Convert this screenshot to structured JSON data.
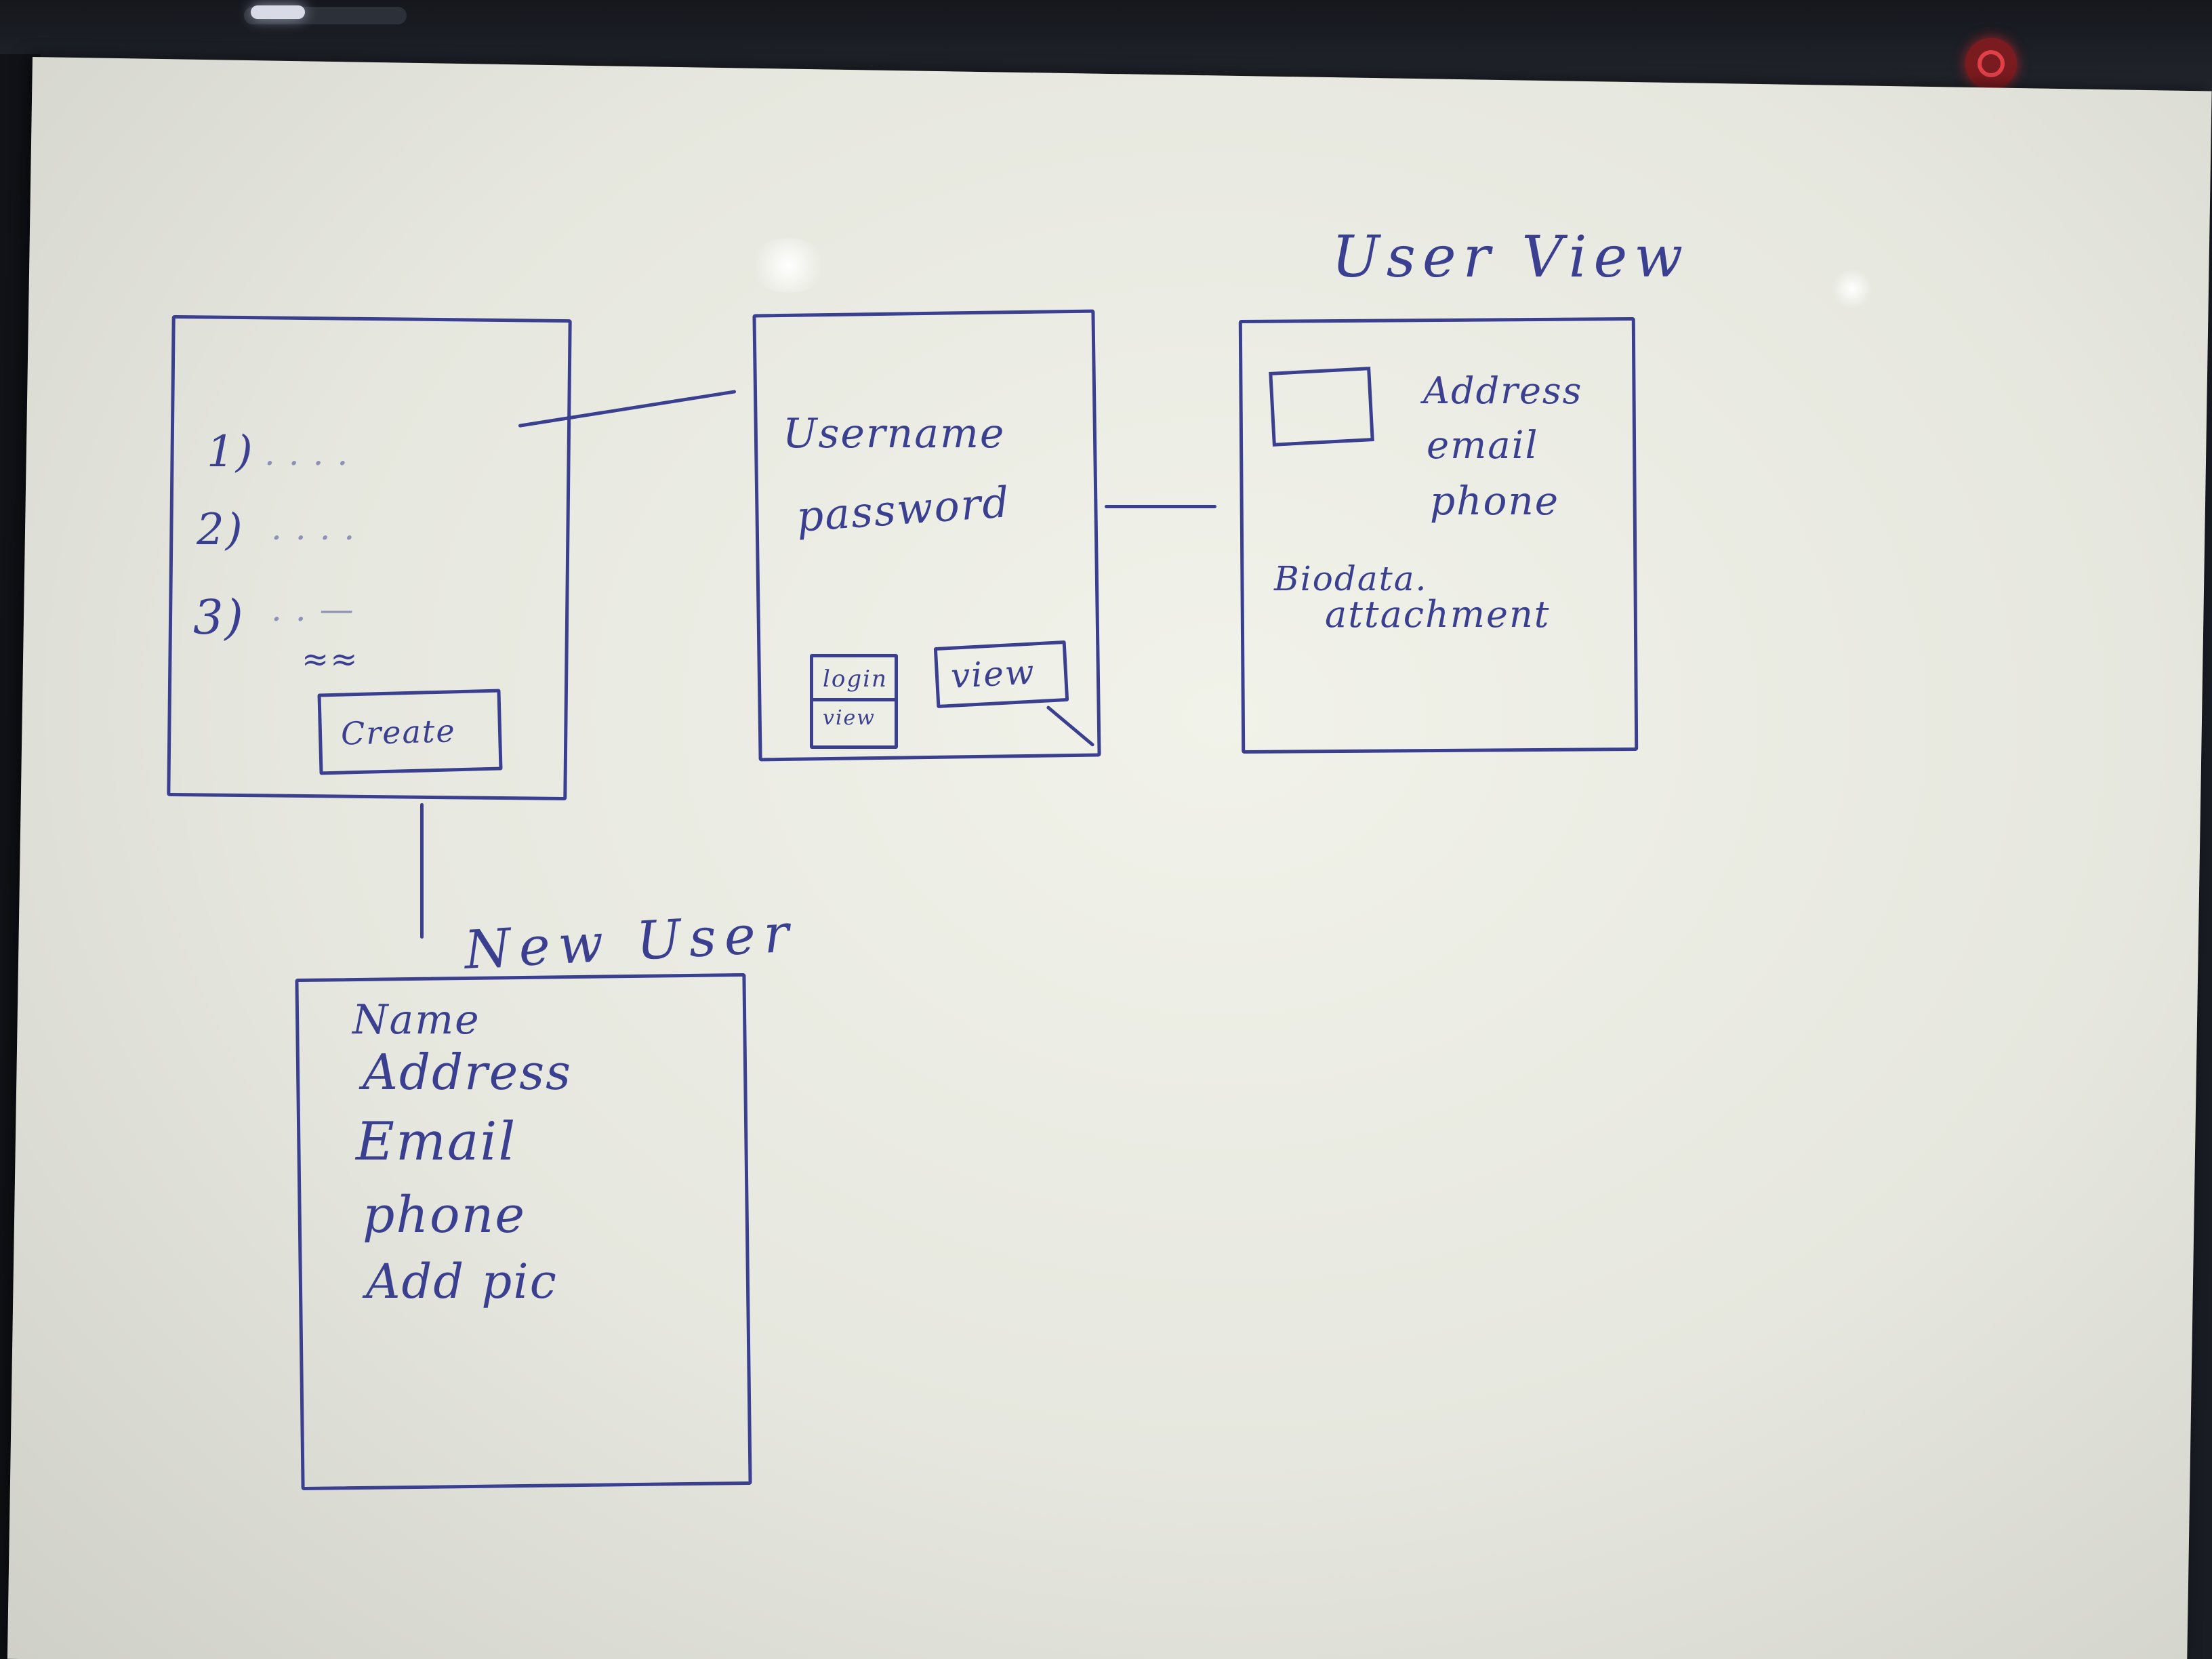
{
  "screens": {
    "list": {
      "items": [
        "1)",
        "2)",
        "3)"
      ],
      "create_label": "Create"
    },
    "login": {
      "username_label": "Username",
      "password_label": "password",
      "login_label": "login",
      "view_label": "view"
    },
    "user_view": {
      "title": "User View",
      "address_label": "Address",
      "email_label": "email",
      "phone_label": "phone",
      "biodata_label": "Biodata.",
      "attachment_label": "attachment"
    },
    "new_user": {
      "title": "New User",
      "name_label": "Name",
      "address_label": "Address",
      "email_label": "Email",
      "phone_label": "phone",
      "add_pic_label": "Add pic"
    }
  },
  "colors": {
    "ink": "#3a3f8f",
    "paper": "#ebece3"
  }
}
